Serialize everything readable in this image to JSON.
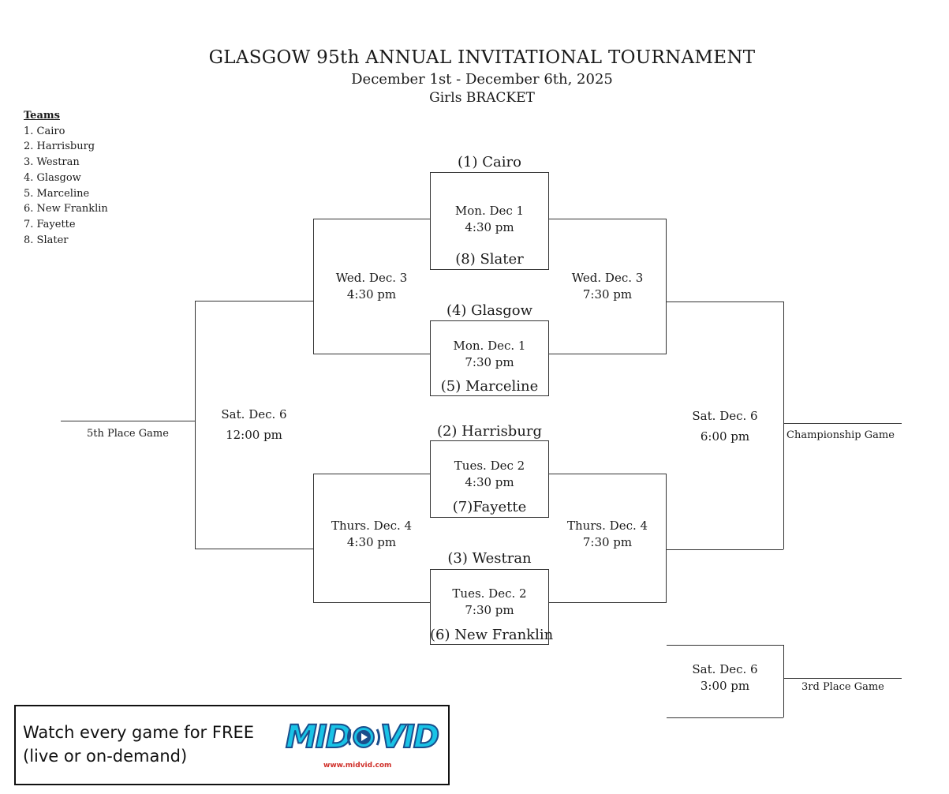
{
  "header": {
    "title": "GLASGOW 95th ANNUAL INVITATIONAL TOURNAMENT",
    "dates": "December 1st - December 6th, 2025",
    "bracket": "Girls BRACKET"
  },
  "teams_list": {
    "heading": "Teams",
    "items": [
      "1. Cairo",
      "2. Harrisburg",
      "3. Westran",
      "4. Glasgow",
      "5. Marceline",
      "6. New Franklin",
      "7. Fayette",
      "8. Slater"
    ]
  },
  "round1": [
    {
      "top": "(1) Cairo",
      "day": "Mon. Dec 1",
      "time": "4:30 pm",
      "bottom": "(8) Slater"
    },
    {
      "top": "(4) Glasgow",
      "day": "Mon. Dec. 1",
      "time": "7:30 pm",
      "bottom": "(5) Marceline"
    },
    {
      "top": "(2) Harrisburg",
      "day": "Tues. Dec 2",
      "time": "4:30 pm",
      "bottom": "(7)Fayette"
    },
    {
      "top": "(3) Westran",
      "day": "Tues. Dec. 2",
      "time": "7:30 pm",
      "bottom": "(6) New Franklin"
    }
  ],
  "round2": {
    "cons_top": {
      "day": "Wed. Dec. 3",
      "time": "4:30 pm"
    },
    "win_top": {
      "day": "Wed. Dec. 3",
      "time": "7:30 pm"
    },
    "cons_bottom": {
      "day": "Thurs. Dec. 4",
      "time": "4:30 pm"
    },
    "win_bottom": {
      "day": "Thurs. Dec. 4",
      "time": "7:30 pm"
    }
  },
  "finals": {
    "fifth": {
      "day": "Sat. Dec. 6",
      "time": "12:00 pm",
      "label": "5th Place Game"
    },
    "championship": {
      "day": "Sat. Dec. 6",
      "time": "6:00 pm",
      "label": "Championship Game"
    },
    "third": {
      "day": "Sat. Dec. 6",
      "time": "3:00 pm",
      "label": "3rd Place Game"
    }
  },
  "promo": {
    "line1": "Watch every game for FREE",
    "line2": "(live or on-demand)",
    "logo_left": "MID",
    "logo_right": "VID",
    "logo_url": "www.midvid.com",
    "logo_colors": {
      "cyan": "#19c3e6",
      "navy": "#1a4e8c",
      "red": "#d0302a"
    }
  }
}
